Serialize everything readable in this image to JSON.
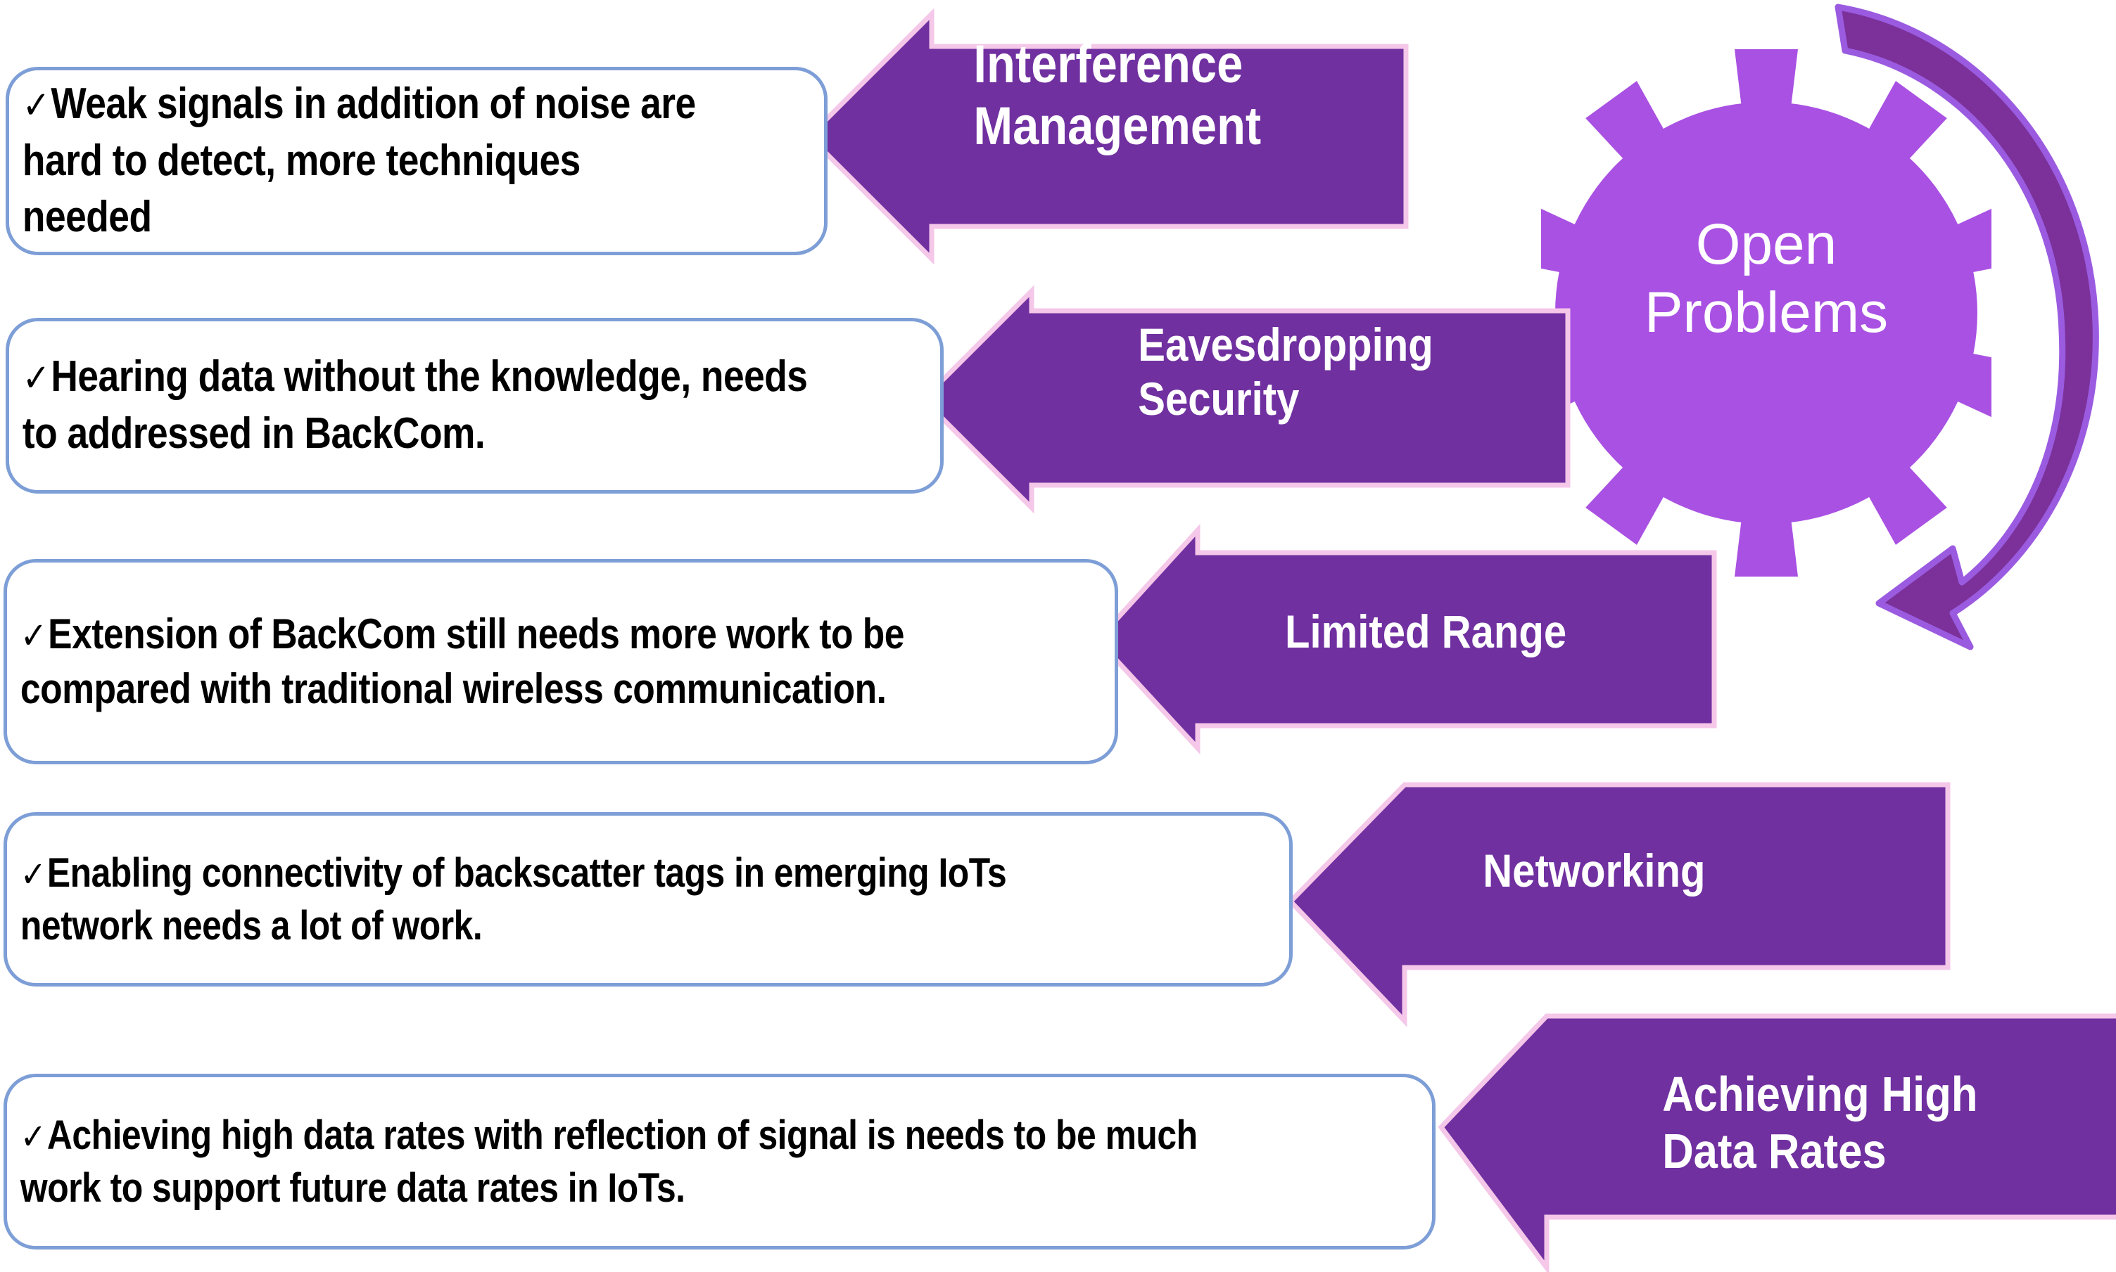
{
  "diagram": {
    "title": "Open Problems",
    "colors": {
      "arrow_fill": "#7030A0",
      "arrow_outline": "#F5C7E8",
      "gear_fill": "#A951E3",
      "curved_arrow_fill": "#7B3199",
      "curved_arrow_outline": "#9B5BE0",
      "callout_border": "#7D9ED6",
      "callout_background": "#FFFFFF",
      "text_dark": "#000000",
      "text_light": "#FFFFFF"
    },
    "hub": {
      "icon": "gear-icon",
      "label": "Open\nProblems",
      "cycle_icon": "curved-arrow-icon"
    },
    "items": [
      {
        "arrow_label": "Interference\nManagement",
        "bullet_marker": "✓",
        "callout_text": "Weak signals in addition of noise are hard to detect, more techniques needed"
      },
      {
        "arrow_label": "Eavesdropping\nSecurity",
        "bullet_marker": "✓",
        "callout_text": "Hearing data without the knowledge, needs to addressed in BackCom."
      },
      {
        "arrow_label": "Limited Range",
        "bullet_marker": "✓",
        "callout_text": "Extension of BackCom still needs more work to be compared with traditional wireless communication."
      },
      {
        "arrow_label": "Networking",
        "bullet_marker": "✓",
        "callout_text": "Enabling connectivity of backscatter tags in emerging IoTs network needs a lot of work."
      },
      {
        "arrow_label": "Achieving High\nData Rates",
        "bullet_marker": "✓",
        "callout_text": "Achieving high data rates with reflection of signal is needs to be much work to support future data rates in IoTs."
      }
    ]
  }
}
